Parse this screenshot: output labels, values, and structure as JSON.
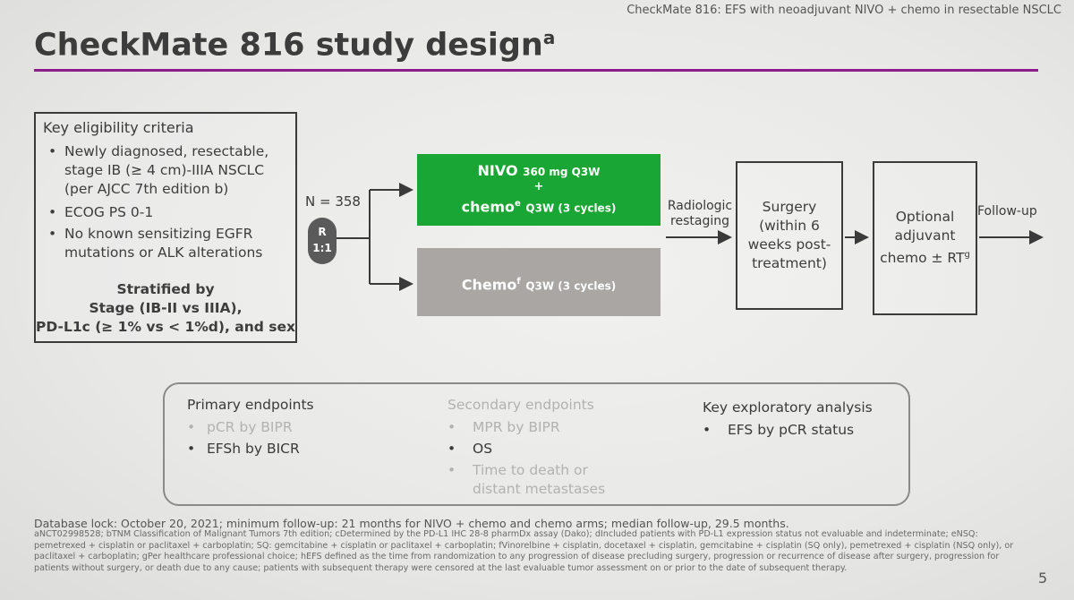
{
  "header": "CheckMate 816: EFS with neoadjuvant NIVO + chemo in resectable NSCLC",
  "title": {
    "text": "CheckMate 816 study design",
    "superscript": "a"
  },
  "eligibility": {
    "title": "Key eligibility criteria",
    "items": [
      [
        "Newly diagnosed, resectable,",
        "stage IB (≥ 4 cm)-IIIA NSCLC",
        "(per AJCC 7th edition b)"
      ],
      [
        "ECOG PS 0-1"
      ],
      [
        "No known sensitizing EGFR",
        "mutations or ALK alterations"
      ]
    ],
    "stratified": [
      "Stratified by",
      "Stage (IB-II vs IIIA),",
      "PD-L1c (≥ 1% vs < 1%d), and sex"
    ]
  },
  "randomization": {
    "n": "N = 358",
    "r": "R",
    "ratio": "1:1"
  },
  "arms": {
    "nivo_line1": "NIVO",
    "nivo_dose": "360 mg Q3W",
    "plus": "+",
    "chemo_line": "chemo",
    "chemo_sup": "e",
    "chemo_sched": "Q3W (3 cycles)",
    "control": "Chemo",
    "control_sup": "f",
    "control_sched": "Q3W (3 cycles)"
  },
  "flow": {
    "restaging": "Radiologic restaging",
    "surgery": "Surgery (within 6 weeks post-treatment)",
    "adjuvant_1": "Optional adjuvant",
    "adjuvant_2": "chemo ± RT",
    "adjuvant_sup": "g",
    "followup": "Follow-up"
  },
  "endpoints": {
    "primary": {
      "title": "Primary endpoints",
      "items": [
        "pCR by BIPR",
        "EFSh by BICR"
      ]
    },
    "secondary": {
      "title": "Secondary endpoints",
      "items": [
        "MPR by BIPR",
        "OS",
        "Time to death or",
        "distant metastases"
      ]
    },
    "exploratory": {
      "title": "Key exploratory analysis",
      "items": [
        "EFS by pCR status"
      ]
    }
  },
  "db_lock": "Database lock: October 20, 2021; minimum follow-up: 21 months for NIVO + chemo and chemo arms; median follow-up, 29.5 months.",
  "footnotes": "aNCT02998528; bTNM Classification of Malignant Tumors 7th edition; cDetermined by the PD-L1 IHC 28-8 pharmDx assay (Dako); dIncluded patients with PD-L1 expression status not evaluable and indeterminate; eNSQ: pemetrexed + cisplatin or paclitaxel + carboplatin; SQ: gemcitabine + cisplatin or paclitaxel + carboplatin; fVinorelbine + cisplatin, docetaxel + cisplatin, gemcitabine + cisplatin (SQ only), pemetrexed + cisplatin (NSQ only), or paclitaxel + carboplatin; gPer healthcare professional choice; hEFS defined as the time from randomization to any progression of disease precluding surgery, progression or recurrence of disease after surgery, progression for patients without surgery, or death due to any cause; patients with subsequent therapy were censored at the last evaluable tumor assessment on or prior to the date of subsequent therapy.",
  "page_number": "5",
  "colors": {
    "accent_rule": "#8c1d8a",
    "nivo_arm": "#1aa634",
    "chemo_arm": "#a9a6a4"
  }
}
